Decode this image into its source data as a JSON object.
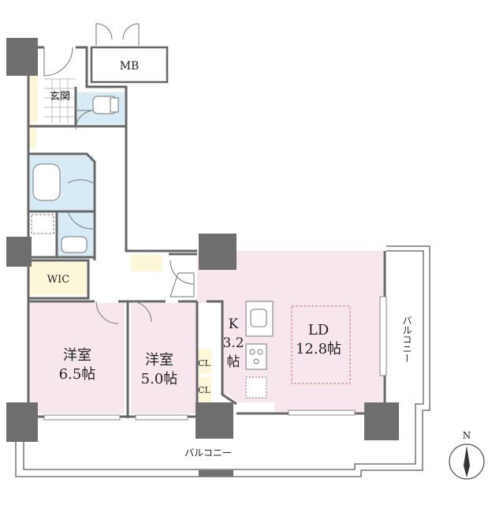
{
  "rooms": {
    "mb": "MB",
    "entrance": "玄関",
    "wic": "WIC",
    "western1_name": "洋室",
    "western1_size": "6.5帖",
    "western2_name": "洋室",
    "western2_size": "5.0帖",
    "cl1": "CL",
    "cl2": "CL",
    "kitchen_k": "K",
    "kitchen_size": "3.2",
    "kitchen_unit": "帖",
    "ld_name": "LD",
    "ld_size": "12.8帖"
  },
  "balcony": {
    "bottom": "バルコニー",
    "right": "バルコニー"
  },
  "compass": {
    "north": "N"
  },
  "colors": {
    "room_pink": "#f7e6ee",
    "wet_blue": "#d6ebf5",
    "storage_yellow": "#fbf7d8",
    "wall": "#6e6e6e",
    "line": "#555555"
  }
}
